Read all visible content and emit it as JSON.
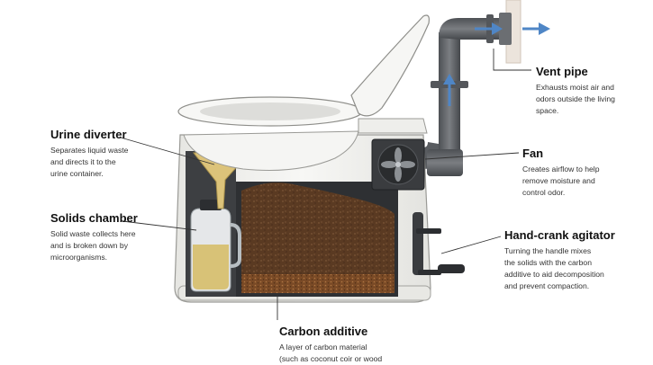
{
  "callouts": {
    "urine_diverter": {
      "title": "Urine diverter",
      "lines": [
        "Separates liquid waste",
        "and directs it to the",
        "urine container."
      ]
    },
    "solids_chamber": {
      "title": "Solids chamber",
      "lines": [
        "Solid waste collects here",
        "and is broken down by",
        "microorganisms."
      ]
    },
    "vent_pipe": {
      "title": "Vent pipe",
      "lines": [
        "Exhausts moist air and",
        "odors outside the living",
        "space."
      ]
    },
    "fan": {
      "title": "Fan",
      "lines": [
        "Creates airflow to help",
        "remove moisture and",
        "control odor."
      ]
    },
    "hand_crank": {
      "title": "Hand-crank agitator",
      "lines": [
        "Turning the handle mixes",
        "the solids with the carbon",
        "additive to aid decomposition",
        "and prevent compaction."
      ]
    },
    "carbon_additive": {
      "title": "Carbon additive",
      "lines": [
        "A layer of carbon material",
        "(such as coconut coir or wood"
      ]
    }
  },
  "colors": {
    "toilet_body": "#f3f3f1",
    "compost": "#5a3a22",
    "urine": "#d8c277",
    "pipe": "#5f6266",
    "airflow_arrow": "#4f86c6"
  }
}
